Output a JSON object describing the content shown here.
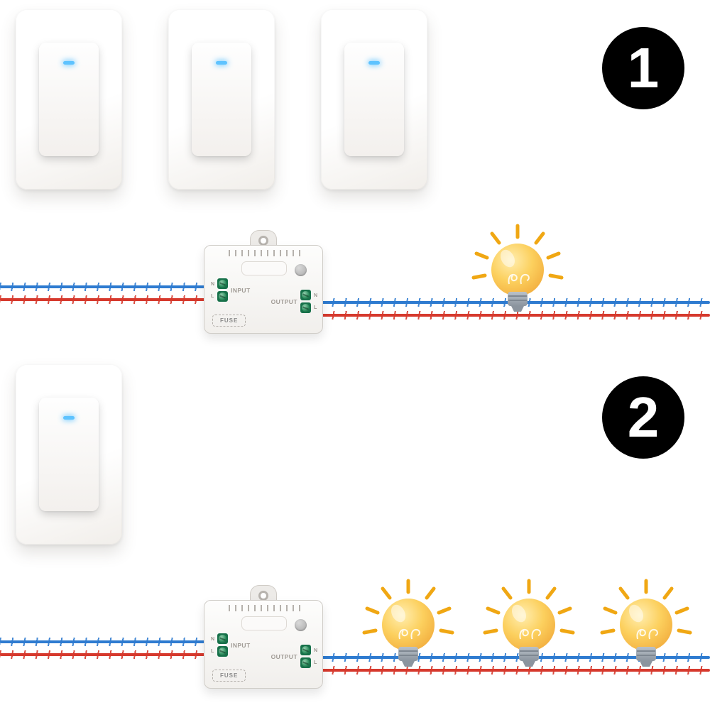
{
  "diagram": {
    "scene1": {
      "badge": "1",
      "switches": 3,
      "bulbs": 1
    },
    "scene2": {
      "badge": "2",
      "switches": 1,
      "bulbs": 3
    }
  },
  "module": {
    "input_label": "INPUT",
    "output_label": "OUTPUT",
    "fuse_label": "FUSE",
    "line_label": "L",
    "neutral_label": "N"
  },
  "colors": {
    "wire_live": "#d6392d",
    "wire_neutral": "#2e7bd0",
    "led_indicator": "#5ec3ff",
    "bulb_glow": "#f0a713",
    "badge_background": "#000000"
  }
}
